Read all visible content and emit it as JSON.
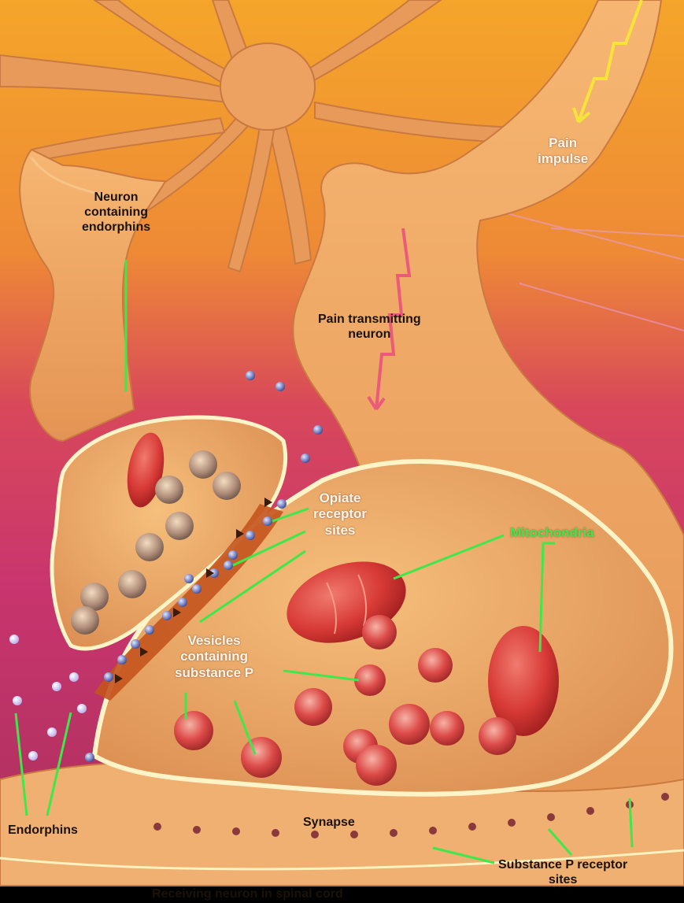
{
  "labels": {
    "pain_impulse": [
      "Pain",
      "impulse"
    ],
    "neuron_endorphins": [
      "Neuron",
      "containing",
      "endorphins"
    ],
    "pain_transmitting": [
      "Pain transmitting",
      "neuron"
    ],
    "opiate_receptor": [
      "Opiate",
      "receptor",
      "sites"
    ],
    "mitochondria": "Mitochondria",
    "vesicles": [
      "Vesicles",
      "containing",
      "substance P"
    ],
    "endorphins": "Endorphins",
    "synapse": "Synapse",
    "substance_p_receptor": [
      "Substance P receptor",
      "sites"
    ],
    "receiving_neuron": "Receiving neuron in spinal cord"
  },
  "colors": {
    "background_top": "#f0a02a",
    "background_mid": "#c8325a",
    "neuron_tissue": "#f3b26c",
    "terminal_fill": "#e7a062",
    "membrane": "#fff3c8",
    "mitochondria": "#d93838",
    "vesicle": "#d84a4a",
    "endorphin_vesicle": "#9fa0b8",
    "leader_line": "#3ee84a",
    "pain_arrow": "#f6e43a",
    "pain_arrow_inner": "#ec5a7a"
  }
}
